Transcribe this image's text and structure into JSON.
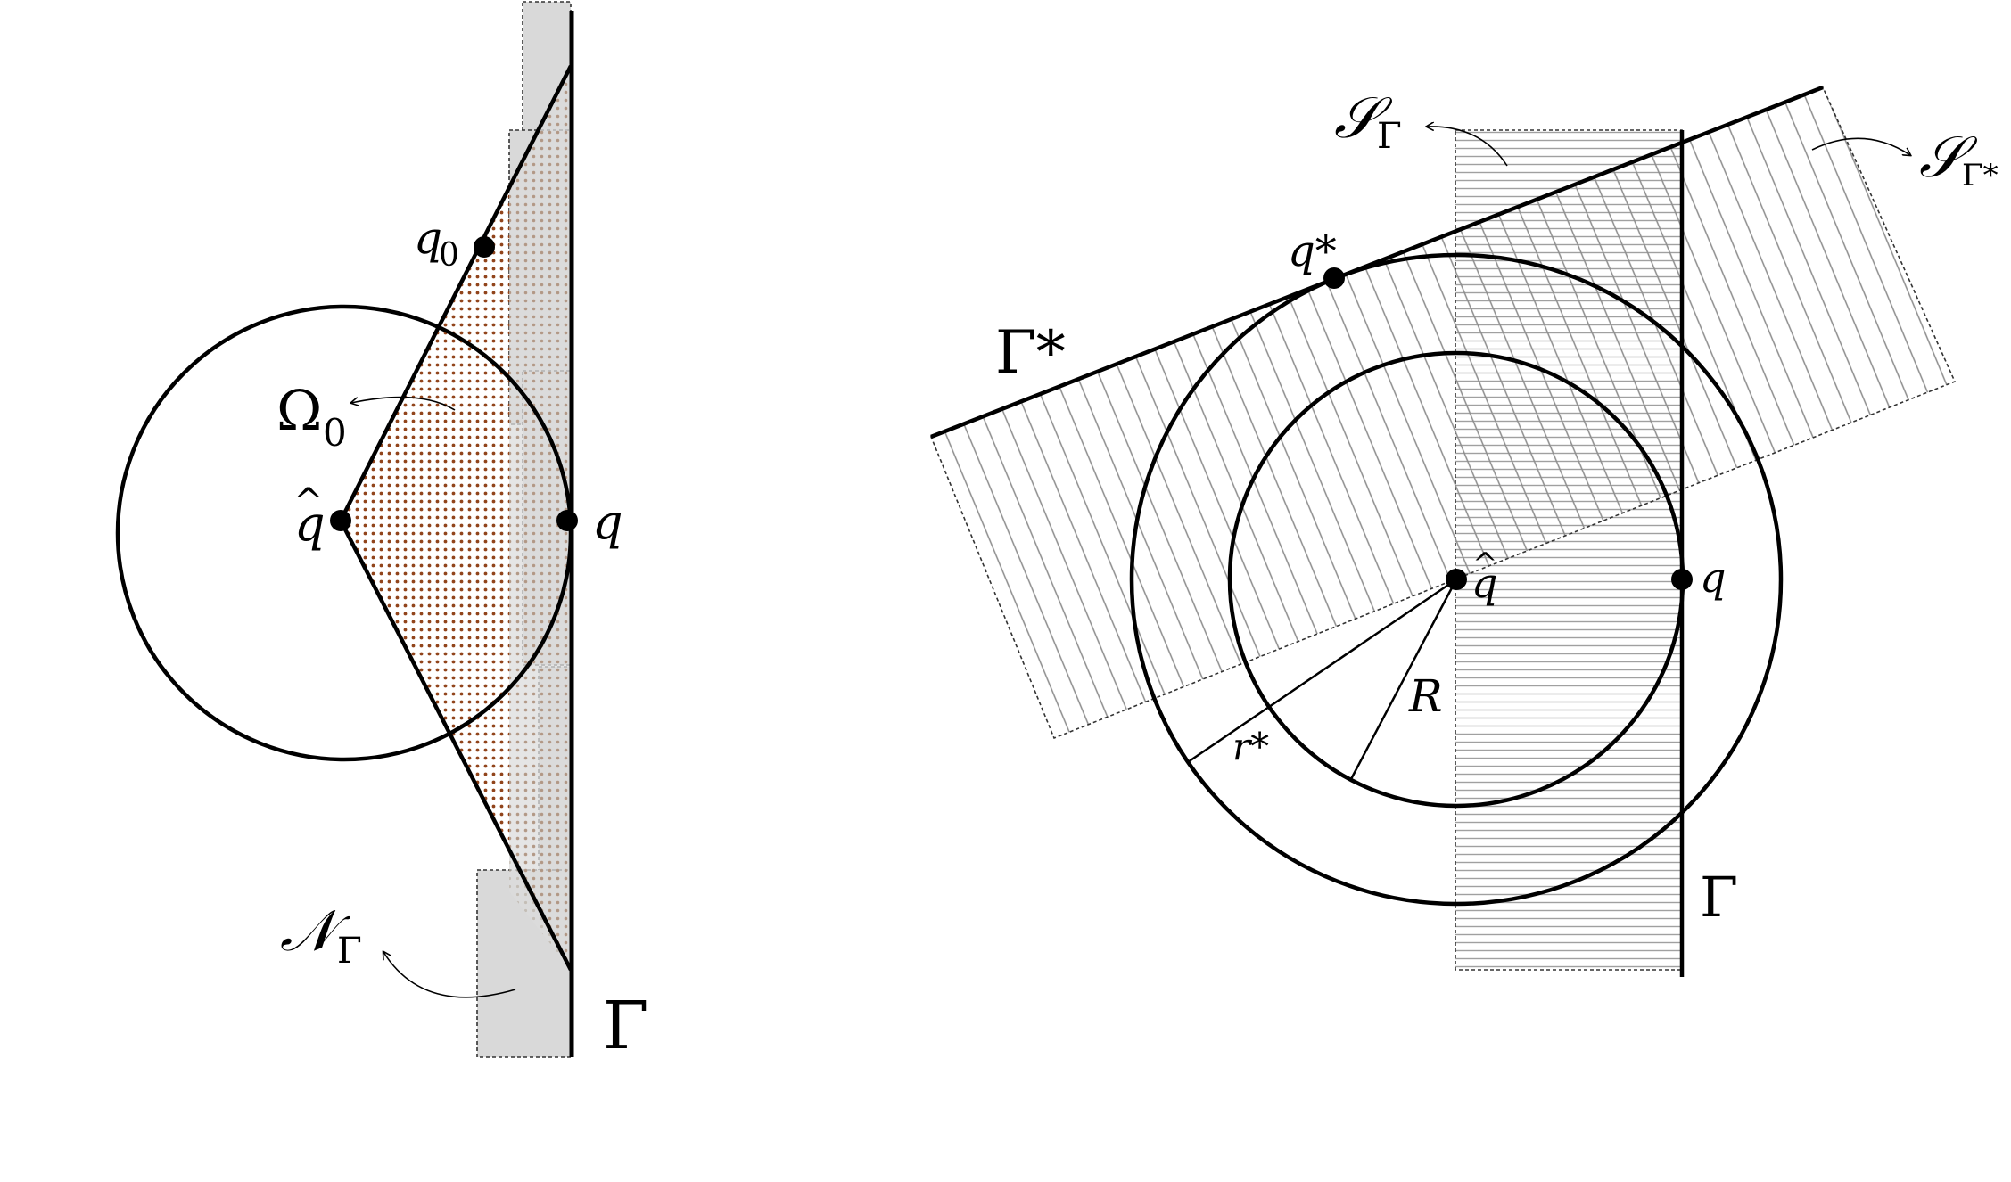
{
  "colors": {
    "stroke": "#000000",
    "gray_band": "#d9d9d9",
    "dots": "#8b3a0f",
    "hatch": "#8c8c8c",
    "background": "#ffffff"
  },
  "left_panel": {
    "labels": {
      "q0": "q",
      "q0_sub": "0",
      "omega0": "Ω",
      "omega0_sub": "0",
      "q_hat": "q",
      "q_hat_accent": "^",
      "q": "q",
      "n_gamma": "𝒩",
      "n_gamma_sub": "Γ",
      "gamma": "Γ"
    }
  },
  "right_panel": {
    "labels": {
      "s_gamma": "𝒮",
      "s_gamma_sub": "Γ",
      "s_gamma_star": "𝒮",
      "s_gamma_star_sub": "Γ*",
      "q_star": "q*",
      "gamma_star": "Γ*",
      "q_hat": "q",
      "q_hat_accent": "^",
      "q": "q",
      "R": "R",
      "r_star": "r*",
      "gamma": "Γ"
    }
  }
}
